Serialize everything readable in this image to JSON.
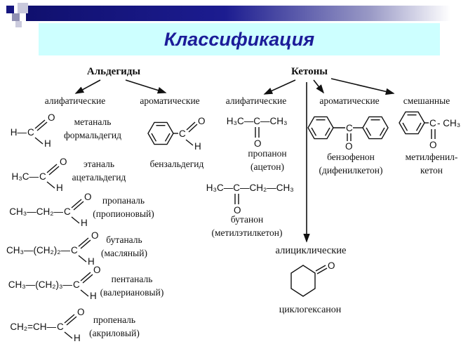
{
  "slide": {
    "title": "Классификация"
  },
  "atoms": {
    "c": "C",
    "o": "O",
    "h": "H"
  },
  "aldehydes": {
    "heading": "Альдегиды",
    "aliphatic_label": "алифатические",
    "aromatic_label": "ароматические",
    "aliphatic": [
      {
        "chain": "H—",
        "name1": "метаналь",
        "name2": "формальдегид"
      },
      {
        "chain": "H₃C—",
        "name1": "этаналь",
        "name2": "ацетальдегид"
      },
      {
        "chain": "CH₃—CH₂—",
        "name1": "пропаналь",
        "name2": "(пропионовый)"
      },
      {
        "chain": "CH₃—(CH₂)₂—",
        "name1": "бутаналь",
        "name2": "(масляный)"
      },
      {
        "chain": "CH₃—(CH₂)₃—",
        "name1": "пентаналь",
        "name2": "(валериановый)"
      },
      {
        "chain": "CH₂=CH—",
        "name1": "пропеналь",
        "name2": "(акриловый)"
      }
    ],
    "aromatic": {
      "name": "бензальдегид"
    }
  },
  "ketones": {
    "heading": "Кетоны",
    "aliphatic_label": "алифатические",
    "aromatic_label": "ароматические",
    "mixed_label": "смешанные",
    "alicyclic_label": "алициклические",
    "aliphatic": [
      {
        "left": "H₃C—C",
        "right": "—CH₃",
        "name1": "пропанон",
        "name2": "(ацетон)"
      },
      {
        "left": "H₃C—C",
        "right": "—CH₂—CH₃",
        "name1": "бутанон",
        "name2": "(метилэтилкетон)"
      }
    ],
    "aromatic": {
      "name1": "бензофенон",
      "name2": "(дифенилкетон)"
    },
    "mixed": {
      "tail": "- CH₃",
      "name1": "метилфенил-",
      "name2": "кетон"
    },
    "alicyclic": {
      "name": "циклогексанон"
    }
  }
}
